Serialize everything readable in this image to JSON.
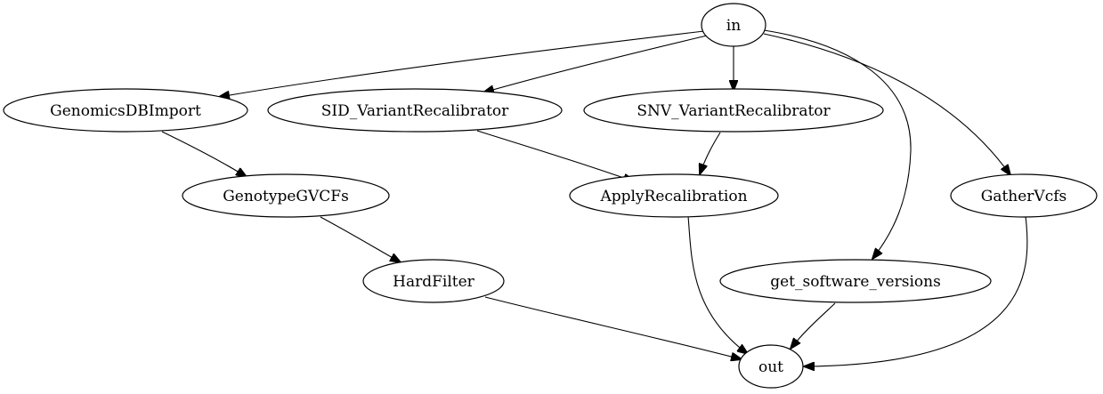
{
  "nodes": [
    {
      "id": "in",
      "label": "in"
    },
    {
      "id": "genomicsdbimport",
      "label": "GenomicsDBImport"
    },
    {
      "id": "sid_variantrecalibrator",
      "label": "SID_VariantRecalibrator"
    },
    {
      "id": "snv_variantrecalibrator",
      "label": "SNV_VariantRecalibrator"
    },
    {
      "id": "genotypegvcfs",
      "label": "GenotypeGVCFs"
    },
    {
      "id": "applyrecalibration",
      "label": "ApplyRecalibration"
    },
    {
      "id": "gathervcfs",
      "label": "GatherVcfs"
    },
    {
      "id": "hardfilter",
      "label": "HardFilter"
    },
    {
      "id": "get_software_versions",
      "label": "get_software_versions"
    },
    {
      "id": "out",
      "label": "out"
    }
  ],
  "edges": [
    {
      "from": "in",
      "to": "genomicsdbimport"
    },
    {
      "from": "in",
      "to": "sid_variantrecalibrator"
    },
    {
      "from": "in",
      "to": "snv_variantrecalibrator"
    },
    {
      "from": "in",
      "to": "get_software_versions"
    },
    {
      "from": "in",
      "to": "gathervcfs"
    },
    {
      "from": "genomicsdbimport",
      "to": "genotypegvcfs"
    },
    {
      "from": "sid_variantrecalibrator",
      "to": "applyrecalibration"
    },
    {
      "from": "snv_variantrecalibrator",
      "to": "applyrecalibration"
    },
    {
      "from": "genotypegvcfs",
      "to": "hardfilter"
    },
    {
      "from": "applyrecalibration",
      "to": "out"
    },
    {
      "from": "hardfilter",
      "to": "out"
    },
    {
      "from": "get_software_versions",
      "to": "out"
    },
    {
      "from": "gathervcfs",
      "to": "out"
    }
  ]
}
